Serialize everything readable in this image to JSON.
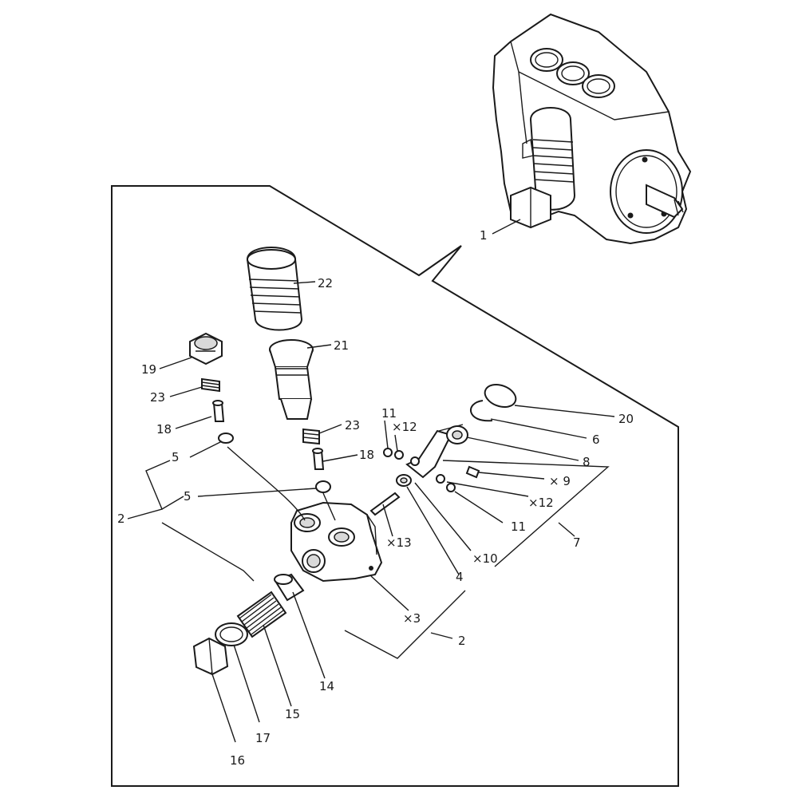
{
  "diagram": {
    "callouts": [
      {
        "id": "c1",
        "text": "1"
      },
      {
        "id": "c22",
        "text": "22"
      },
      {
        "id": "c21",
        "text": "21"
      },
      {
        "id": "c19",
        "text": "19"
      },
      {
        "id": "c23a",
        "text": "23"
      },
      {
        "id": "c18a",
        "text": "18"
      },
      {
        "id": "c23b",
        "text": "23"
      },
      {
        "id": "c18b",
        "text": "18"
      },
      {
        "id": "c5a",
        "text": "5"
      },
      {
        "id": "c5b",
        "text": "5"
      },
      {
        "id": "c2a",
        "text": "2"
      },
      {
        "id": "c11a",
        "text": "11"
      },
      {
        "id": "c12a",
        "text": "×12"
      },
      {
        "id": "c20",
        "text": "20"
      },
      {
        "id": "c6",
        "text": "6"
      },
      {
        "id": "c8",
        "text": "8"
      },
      {
        "id": "c9",
        "text": "× 9"
      },
      {
        "id": "c12b",
        "text": "×12"
      },
      {
        "id": "c11b",
        "text": "11"
      },
      {
        "id": "c7",
        "text": "7"
      },
      {
        "id": "c13",
        "text": "×13"
      },
      {
        "id": "c10",
        "text": "×10"
      },
      {
        "id": "c4",
        "text": "4"
      },
      {
        "id": "c3",
        "text": "×3"
      },
      {
        "id": "c2b",
        "text": "2"
      },
      {
        "id": "c14",
        "text": "14"
      },
      {
        "id": "c15",
        "text": "15"
      },
      {
        "id": "c17",
        "text": "17"
      },
      {
        "id": "c16",
        "text": "16"
      }
    ]
  }
}
